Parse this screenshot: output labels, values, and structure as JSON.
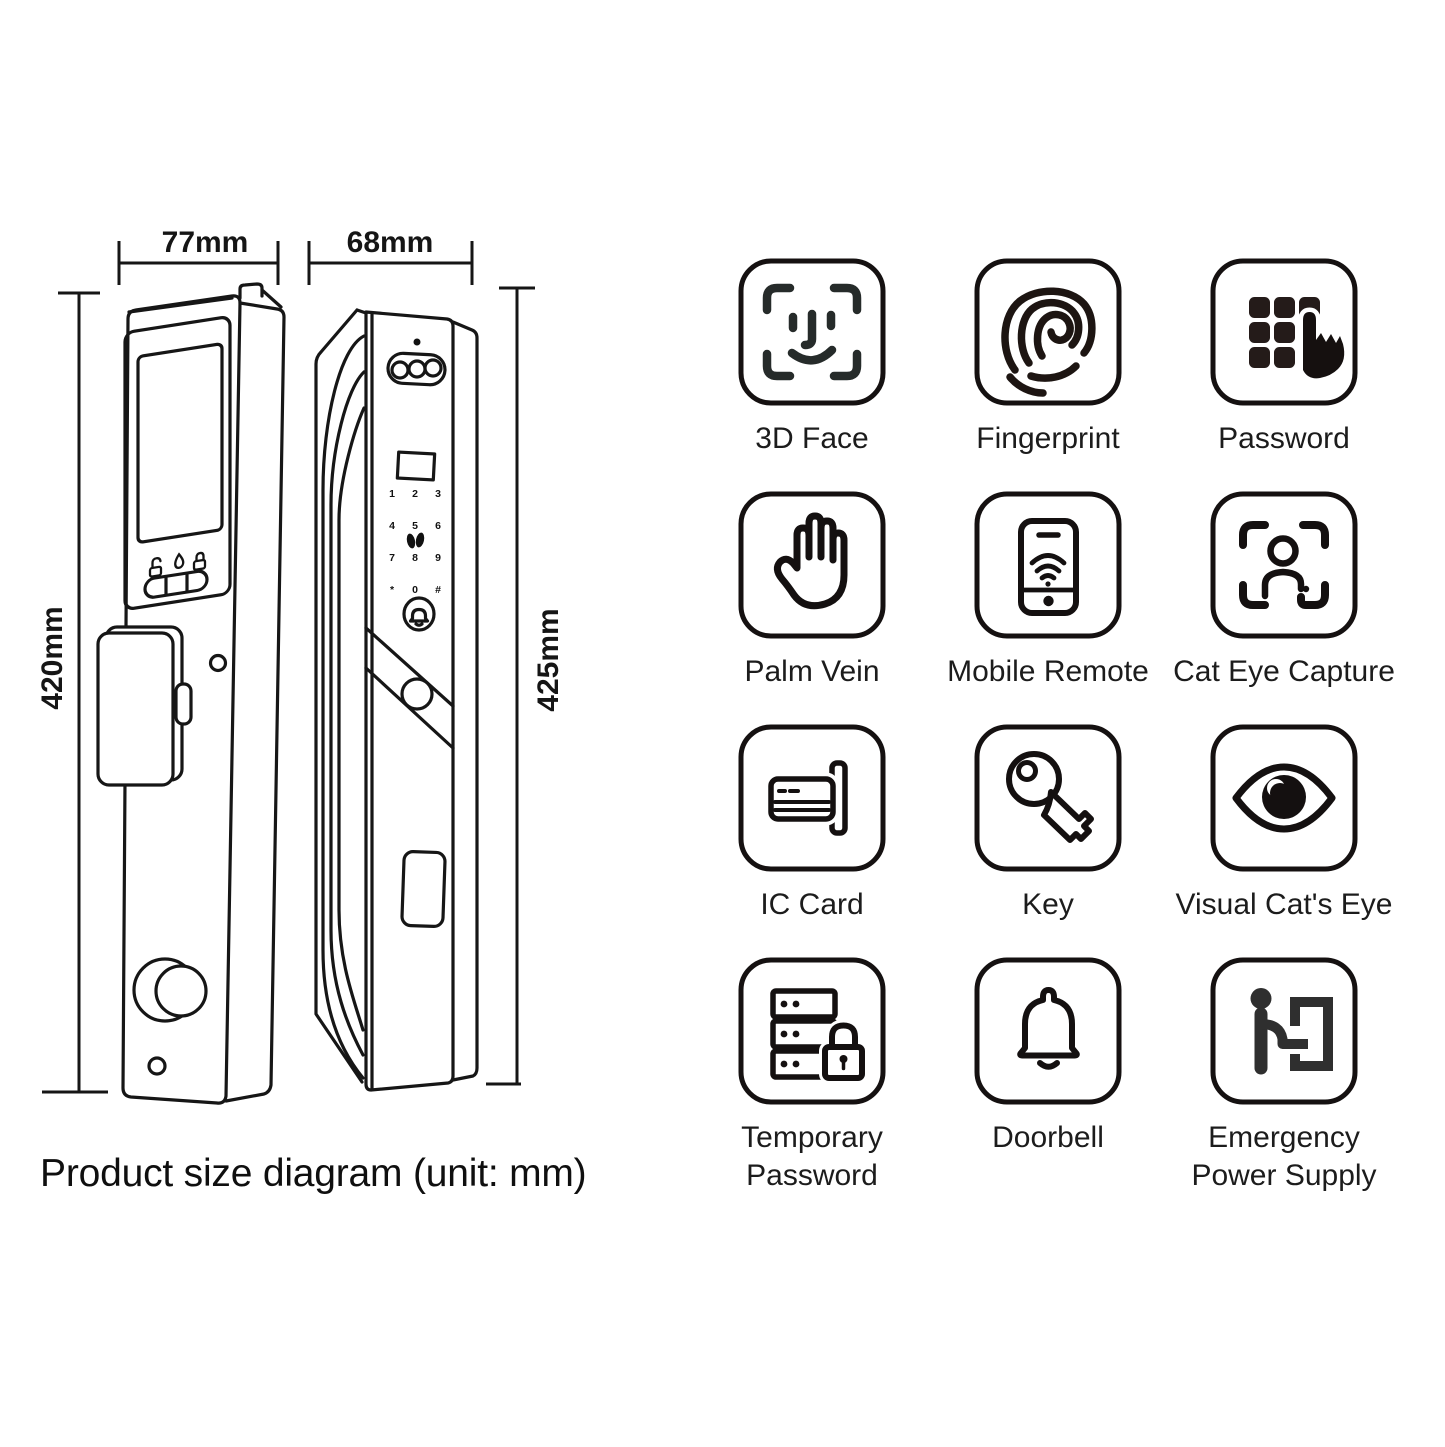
{
  "size_diagram": {
    "caption": "Product size diagram (unit: mm)",
    "front_view": {
      "name": "smart-lock-front-view",
      "width_label": "77mm",
      "height_label": "420mm"
    },
    "side_view": {
      "name": "smart-lock-side-view",
      "width_label": "68mm",
      "height_label": "425mm",
      "keypad_keys": [
        "1",
        "2",
        "3",
        "4",
        "5",
        "6",
        "7",
        "8",
        "9",
        "*",
        "0",
        "#"
      ]
    }
  },
  "features": [
    {
      "label": "3D Face",
      "icon": "face-scan-icon"
    },
    {
      "label": "Fingerprint",
      "icon": "fingerprint-icon"
    },
    {
      "label": "Password",
      "icon": "keypad-press-icon"
    },
    {
      "label": "Palm Vein",
      "icon": "palm-icon"
    },
    {
      "label": "Mobile Remote",
      "icon": "phone-wifi-icon"
    },
    {
      "label": "Cat Eye Capture",
      "icon": "person-scan-icon"
    },
    {
      "label": "IC Card",
      "icon": "ic-card-icon"
    },
    {
      "label": "Key",
      "icon": "key-icon"
    },
    {
      "label": "Visual Cat's Eye",
      "icon": "eye-icon"
    },
    {
      "label": "Temporary\nPassword",
      "icon": "list-lock-icon"
    },
    {
      "label": "Doorbell",
      "icon": "bell-icon"
    },
    {
      "label": "Emergency\nPower Supply",
      "icon": "person-power-icon"
    }
  ]
}
